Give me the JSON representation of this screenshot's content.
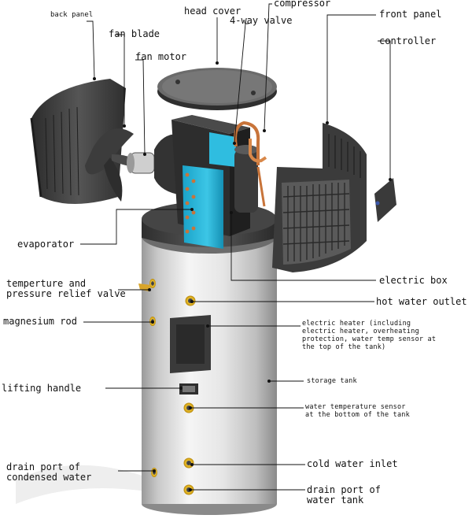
{
  "diagram": {
    "labels": {
      "back_panel": "back panel",
      "fan_blade": "fan blade",
      "fan_motor": "fan motor",
      "head_cover": "head cover",
      "compressor": "compressor",
      "four_way_valve": "4-way valve",
      "front_panel": "front panel",
      "controller": "controller",
      "evaporator": "evaporator",
      "relief_valve": "temperture and\npressure relief valve",
      "electric_box": "electric box",
      "hot_water_outlet": "hot water outlet",
      "magnesium_rod": "magnesium rod",
      "electric_heater": "electric heater (including\nelectric heater, overheating\nprotection, water temp sensor at\nthe top of the tank)",
      "storage_tank": "storage tank",
      "lifting_handle": "lifting handle",
      "water_temp_sensor": "water temperature sensor\nat the bottom of the tank",
      "cold_water_inlet": "cold water inlet",
      "drain_condensed": "drain port of\ncondensed water",
      "drain_tank": "drain port of\nwater tank"
    },
    "colors": {
      "tank_light": "#f4f4f4",
      "tank_mid": "#cfcfcf",
      "tank_dark": "#8d8d8d",
      "panel_dark": "#3a3a3a",
      "evaporator_cyan": "#29b6d8",
      "copper": "#c8743a",
      "port_gold": "#e0b020"
    }
  }
}
